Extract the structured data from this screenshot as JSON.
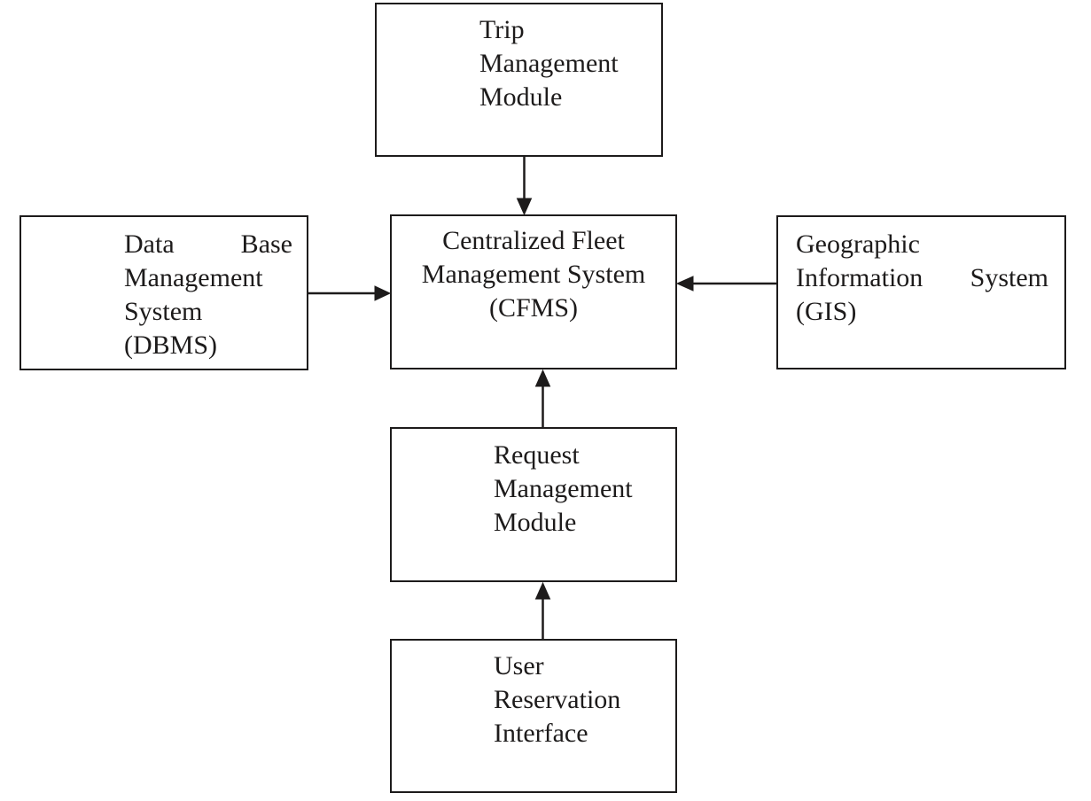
{
  "diagram": {
    "ink_color": "#1d1b1b",
    "background_color": "#ffffff",
    "nodes": {
      "trip": {
        "id": "trip-management-module",
        "lines": [
          "Trip",
          "Management",
          "Module"
        ]
      },
      "dbms": {
        "id": "data-base-management-system",
        "lines": [
          "Data Base",
          "Management",
          "System",
          "(DBMS)"
        ]
      },
      "cfms": {
        "id": "centralized-fleet-management-system",
        "lines": [
          "Centralized Fleet",
          "Management System",
          "(CFMS)"
        ]
      },
      "gis": {
        "id": "geographic-information-system",
        "lines": [
          "Geographic",
          "Information System",
          "(GIS)"
        ]
      },
      "request": {
        "id": "request-management-module",
        "lines": [
          "Request",
          "Management",
          "Module"
        ]
      },
      "user": {
        "id": "user-reservation-interface",
        "lines": [
          "User",
          "Reservation",
          "Interface"
        ]
      }
    },
    "edges": [
      {
        "from": "trip-management-module",
        "to": "centralized-fleet-management-system",
        "direction": "down"
      },
      {
        "from": "data-base-management-system",
        "to": "centralized-fleet-management-system",
        "direction": "right"
      },
      {
        "from": "geographic-information-system",
        "to": "centralized-fleet-management-system",
        "direction": "left"
      },
      {
        "from": "request-management-module",
        "to": "centralized-fleet-management-system",
        "direction": "up"
      },
      {
        "from": "user-reservation-interface",
        "to": "request-management-module",
        "direction": "up"
      }
    ]
  }
}
